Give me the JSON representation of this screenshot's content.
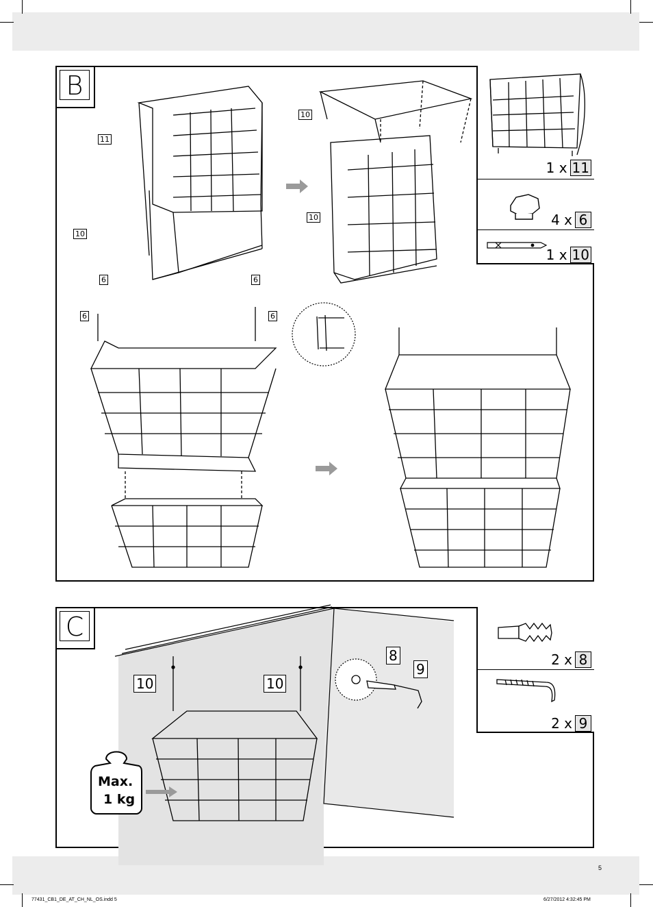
{
  "sectionB": {
    "letter": "B",
    "labels": {
      "l11": "11",
      "l10a": "10",
      "l10b": "10",
      "l10c": "10",
      "l6a": "6",
      "l6b": "6",
      "l6c": "6",
      "l6d": "6"
    },
    "parts": [
      {
        "qty_prefix": "1 x",
        "num": "11",
        "icon": "shelf-organizer-icon"
      },
      {
        "qty_prefix": "4 x",
        "num": "6",
        "icon": "cap-icon"
      },
      {
        "qty_prefix": "1 x",
        "num": "10",
        "icon": "bracket-strip-icon"
      }
    ]
  },
  "sectionC": {
    "letter": "C",
    "labels": {
      "l10a": "10",
      "l10b": "10",
      "l8": "8",
      "l9": "9"
    },
    "weight": {
      "line1": "Max.",
      "line2": "1 kg"
    },
    "parts": [
      {
        "qty_prefix": "2 x",
        "num": "8",
        "icon": "wall-plug-icon"
      },
      {
        "qty_prefix": "2 x",
        "num": "9",
        "icon": "hook-screw-icon"
      }
    ]
  },
  "footer": {
    "page_number": "5",
    "file_info": "77431_CB1_DE_AT_CH_NL_OS.indd   5",
    "timestamp": "6/27/2012   4:32:45 PM"
  }
}
